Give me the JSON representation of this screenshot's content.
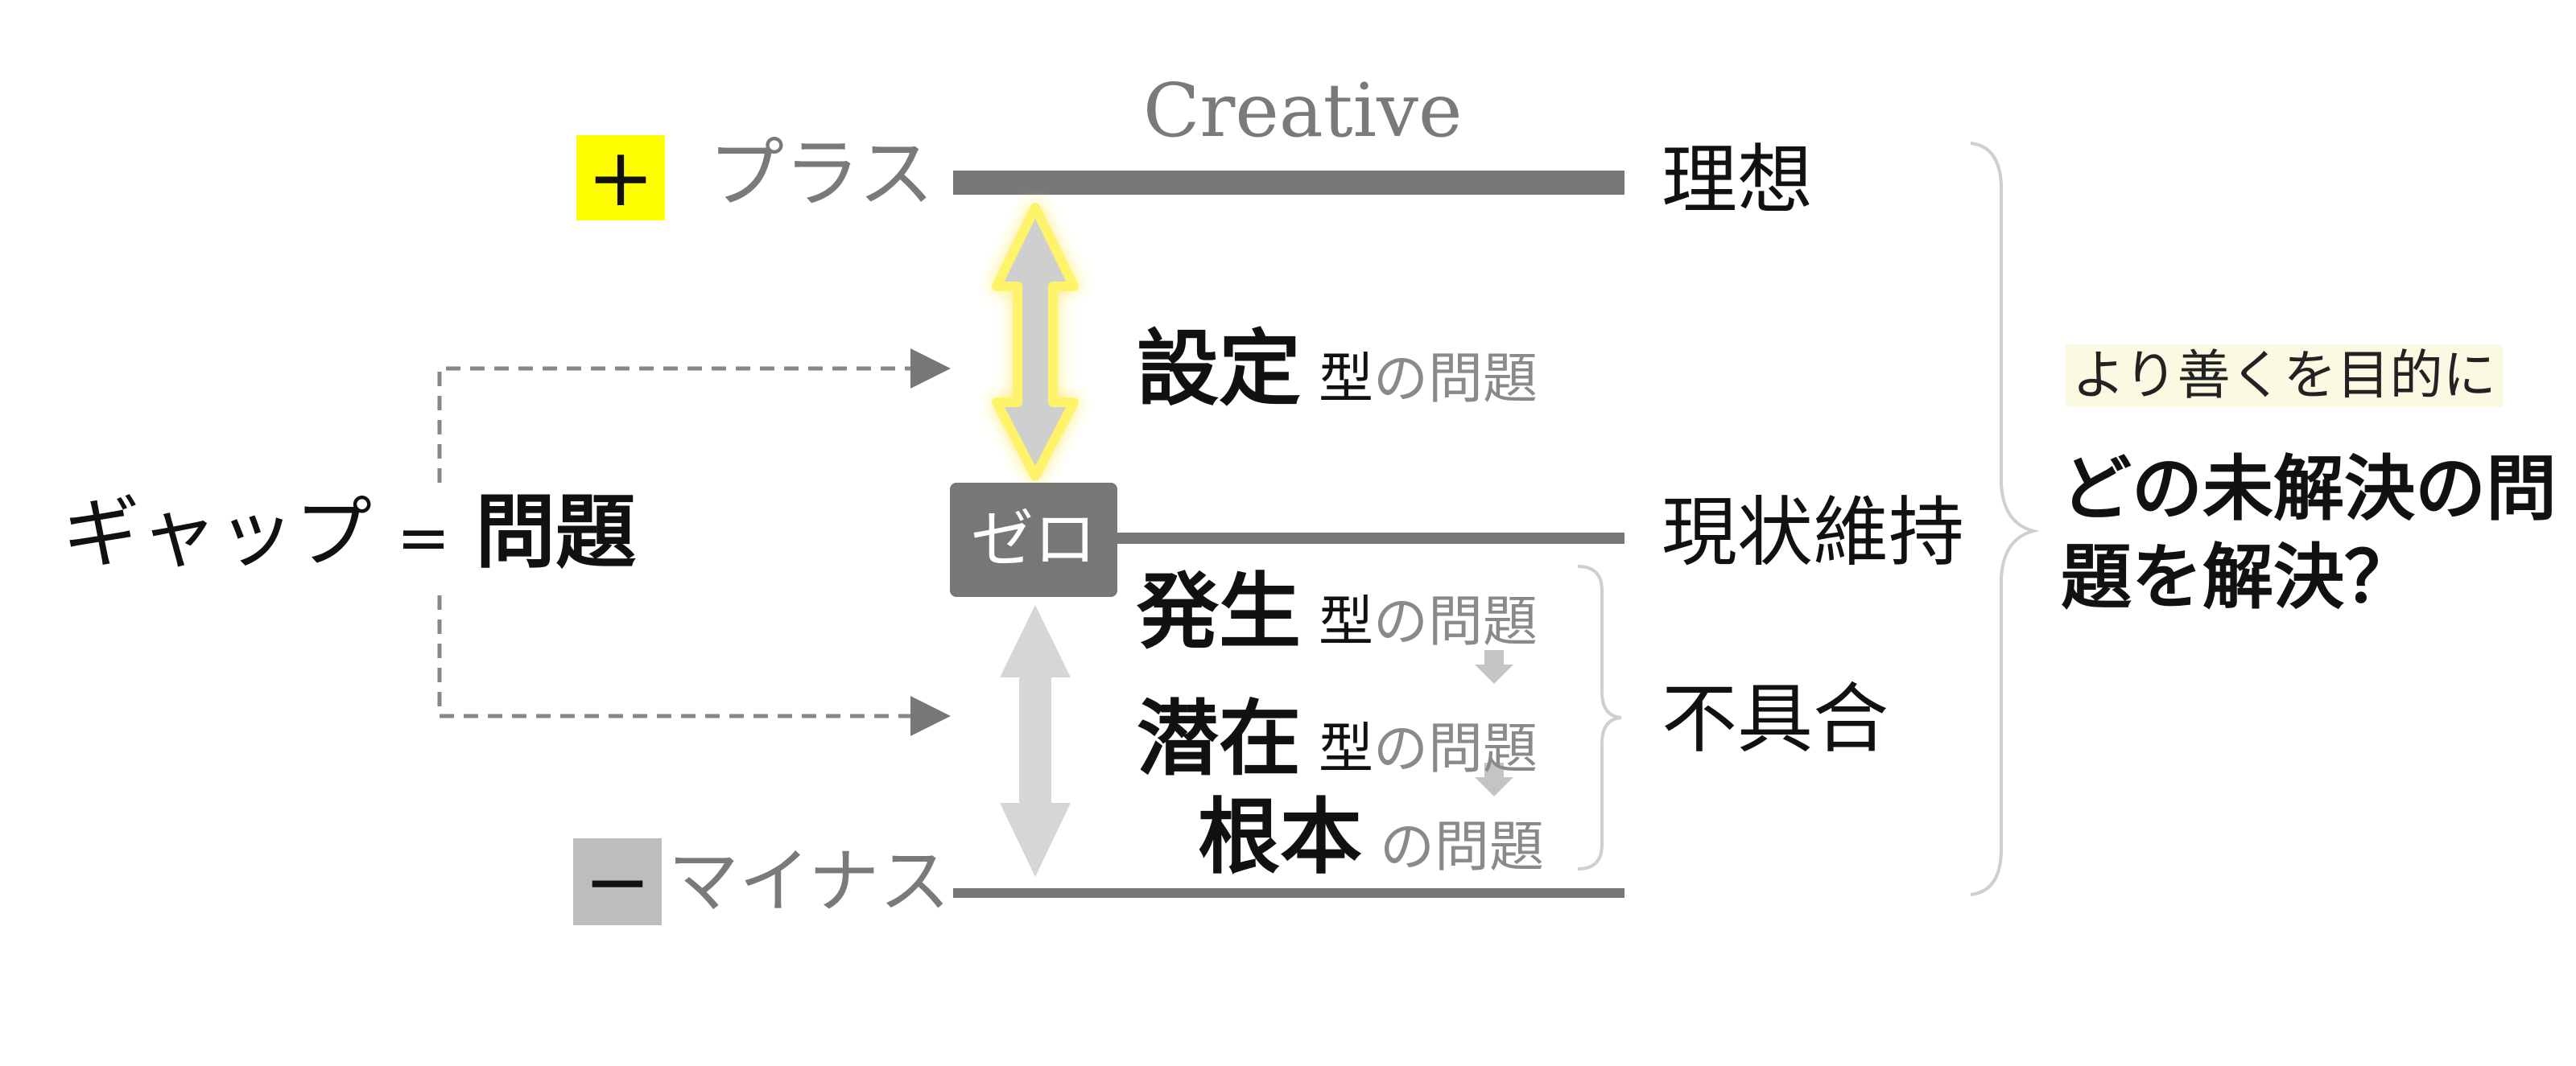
{
  "top": {
    "plus_sign": "+",
    "plus_label": "プラス",
    "creative": "Creative",
    "ideal": "理想"
  },
  "middle": {
    "zero": "ゼロ",
    "status_quo": "現状維持",
    "gap_label": "ギャップ",
    "gap_eq": "=",
    "gap_problem": "問題"
  },
  "bottom": {
    "minus_sign": "−",
    "minus_label": "マイナス",
    "defect": "不具合"
  },
  "problem_types": [
    {
      "main": "設定",
      "kind": "型",
      "tail": "の問題"
    },
    {
      "main": "発生",
      "kind": "型",
      "tail": "の問題"
    },
    {
      "main": "潜在",
      "kind": "型",
      "tail": "の問題"
    },
    {
      "main": "根本",
      "kind": "",
      "tail": "の問題"
    }
  ],
  "right_panel": {
    "purpose": "より善くを目的に",
    "question": "どの未解決の問題を解決？"
  },
  "colors": {
    "plus_box": "#ffff00",
    "minus_box": "#bdbdbd",
    "line": "#777777",
    "zero_box": "#777777",
    "arrow_glow": "#ffff66",
    "arrow_fill": "#cccccc"
  }
}
